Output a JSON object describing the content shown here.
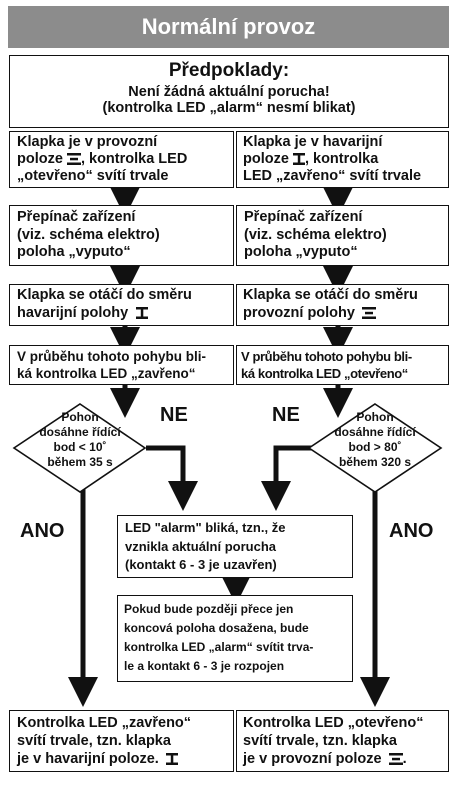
{
  "title": "Normální provoz",
  "prereq": {
    "heading": "Předpoklady:",
    "line1": "Není žádná aktuální porucha!",
    "line2": "(kontrolka LED „alarm“ nesmí blikat)"
  },
  "left": {
    "state_a": "Klapka je v provozní",
    "state_b": "poloze",
    "state_c": ", kontrolka LED",
    "state_d": "„otevřeno“ svítí trvale",
    "switch_a": "Přepínač zařízení",
    "switch_b": "(viz. schéma elektro)",
    "switch_c": "poloha  „vyputo“",
    "turn_a": "Klapka se otáčí do směru",
    "turn_b": "havarijní polohy",
    "blink_a": "V průběhu tohoto pohybu bli-",
    "blink_b": "ká kontrolka LED „zavřeno“",
    "dec_a": "Pohon",
    "dec_b": "dosáhne řídící",
    "dec_c": "bod < 10˚",
    "dec_d": "během 35 s",
    "final_a": "Kontrolka LED „zavřeno“",
    "final_b": "svítí trvale, tzn. klapka",
    "final_c": "je v havarijní poloze."
  },
  "right": {
    "state_a": "Klapka je v havarijní",
    "state_b": "poloze",
    "state_c": ", kontrolka",
    "state_d": "LED „zavřeno“ svítí trvale",
    "switch_a": "Přepínač zařízení",
    "switch_b": "(viz. schéma elektro)",
    "switch_c": "poloha  „vyputo“",
    "turn_a": "Klapka se otáčí do směru",
    "turn_b": "provozní polohy",
    "blink_a": "V průběhu tohoto pohybu bli-",
    "blink_b": "ká kontrolka LED „otevřeno“",
    "dec_a": "Pohon",
    "dec_b": "dosáhne řídící",
    "dec_c": "bod > 80˚",
    "dec_d": "během 320 s",
    "final_a": "Kontrolka LED „otevřeno“",
    "final_b": "svítí trvale, tzn. klapka",
    "final_c": "je v provozní poloze"
  },
  "labels": {
    "no": "NE",
    "yes": "ANO"
  },
  "alarm": {
    "a": "LED \"alarm\" bliká, tzn., že",
    "b": "vznikla aktuální porucha",
    "c": "(kontakt 6 - 3 je uzavřen)"
  },
  "later": {
    "a": "Pokud bude později přece jen",
    "b": "koncová poloha dosažena, bude",
    "c": "kontrolka LED „alarm“ svítit trva-",
    "d": "le  a kontakt 6 - 3 je rozpojen"
  },
  "icons": [
    "damper-open-icon",
    "damper-closed-icon"
  ]
}
